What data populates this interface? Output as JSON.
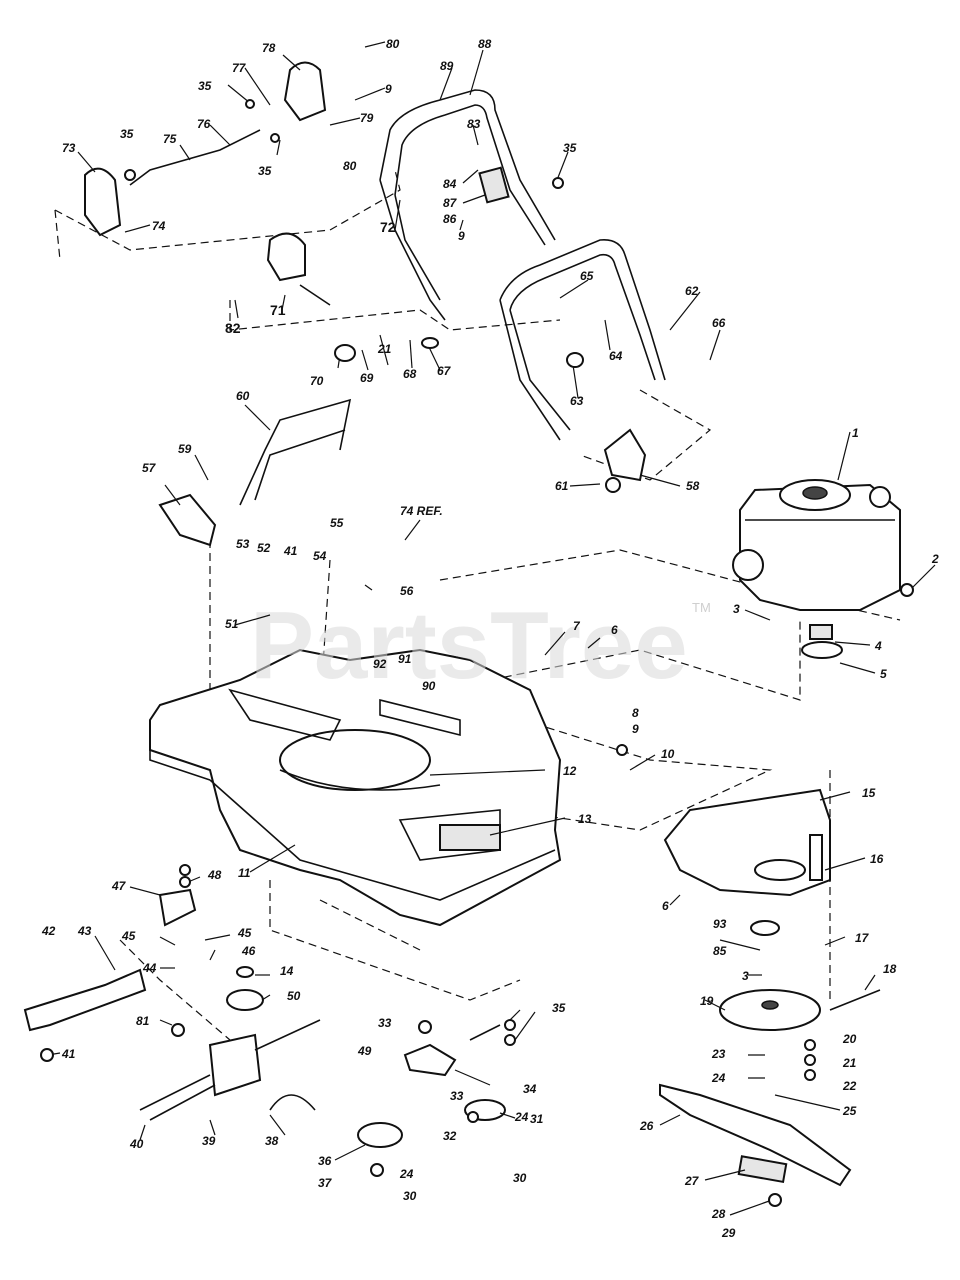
{
  "watermark": {
    "text": "PartsTree",
    "trademark": "TM"
  },
  "callouts": {
    "c1": "1",
    "c2": "2",
    "c3a": "3",
    "c3b": "3",
    "c4": "4",
    "c5": "5",
    "c6a": "6",
    "c6b": "6",
    "c7": "7",
    "c8": "8",
    "c9a": "9",
    "c9b": "9",
    "c9c": "9",
    "c10": "10",
    "c11": "11",
    "c12": "12",
    "c13": "13",
    "c14": "14",
    "c15": "15",
    "c16": "16",
    "c17": "17",
    "c18": "18",
    "c19": "19",
    "c20": "20",
    "c21a": "21",
    "c21b": "21",
    "c22": "22",
    "c23": "23",
    "c24a": "24",
    "c24b": "24",
    "c24c": "24",
    "c25": "25",
    "c26": "26",
    "c27": "27",
    "c28": "28",
    "c29": "29",
    "c30a": "30",
    "c30b": "30",
    "c31": "31",
    "c32": "32",
    "c33a": "33",
    "c33b": "33",
    "c34": "34",
    "c35a": "35",
    "c35b": "35",
    "c35c": "35",
    "c35d": "35",
    "c35e": "35",
    "c36": "36",
    "c37": "37",
    "c38": "38",
    "c39": "39",
    "c40": "40",
    "c41a": "41",
    "c41b": "41",
    "c42": "42",
    "c43": "43",
    "c44": "44",
    "c45a": "45",
    "c45b": "45",
    "c46": "46",
    "c47": "47",
    "c48": "48",
    "c49": "49",
    "c50": "50",
    "c51": "51",
    "c52": "52",
    "c53": "53",
    "c54": "54",
    "c55": "55",
    "c56": "56",
    "c57": "57",
    "c58": "58",
    "c59": "59",
    "c60": "60",
    "c61": "61",
    "c62": "62",
    "c63": "63",
    "c64": "64",
    "c65": "65",
    "c66": "66",
    "c67": "67",
    "c68": "68",
    "c69": "69",
    "c70": "70",
    "c71": "71",
    "c72": "72",
    "c73": "73",
    "c74": "74",
    "c74ref": "74 REF.",
    "c75": "75",
    "c76": "76",
    "c77": "77",
    "c78": "78",
    "c79": "79",
    "c80a": "80",
    "c80b": "80",
    "c81": "81",
    "c82": "82",
    "c83a": "83",
    "c84": "84",
    "c85": "85",
    "c86": "86",
    "c87": "87",
    "c88": "88",
    "c89": "89",
    "c90": "90",
    "c91": "91",
    "c92": "92",
    "c93": "93"
  }
}
